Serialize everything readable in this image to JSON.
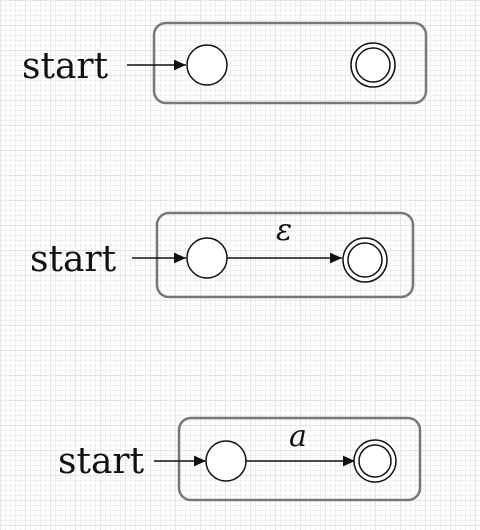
{
  "colors": {
    "box_stroke": "#777777",
    "line": "#111111"
  },
  "diagrams": [
    {
      "start_label": "start",
      "edge_label": ""
    },
    {
      "start_label": "start",
      "edge_label": "ε"
    },
    {
      "start_label": "start",
      "edge_label": "a"
    }
  ]
}
